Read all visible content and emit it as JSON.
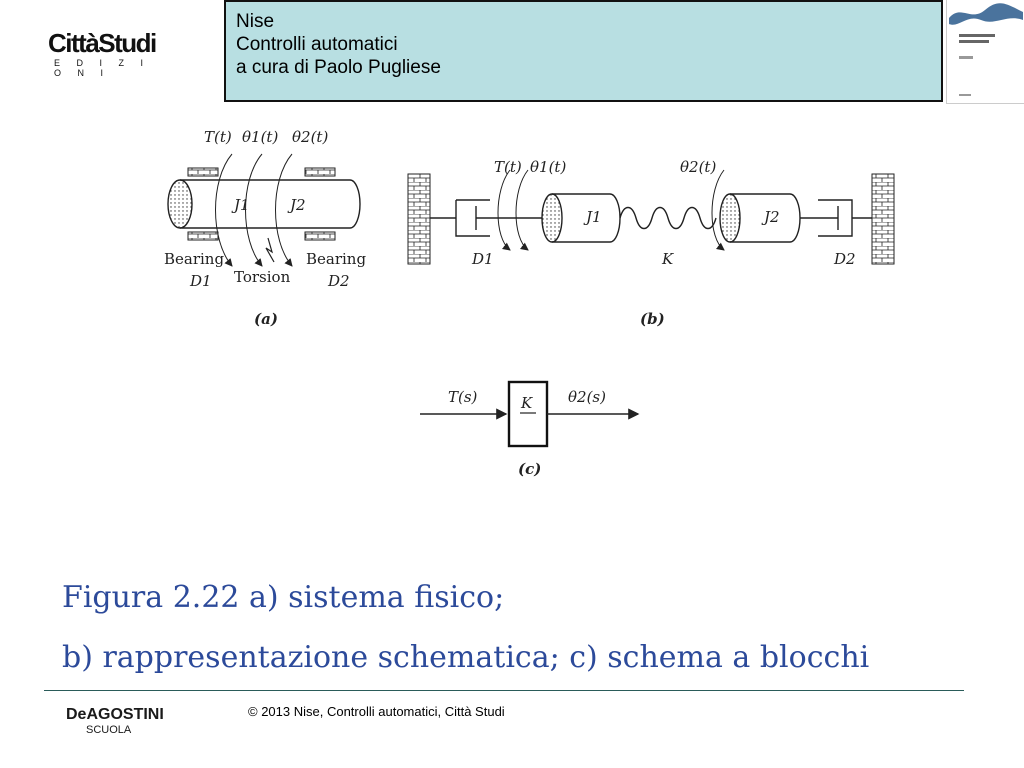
{
  "publisher_logo": {
    "name": "CittàStudi",
    "sub": "E D I Z I O N I"
  },
  "header": {
    "line1": "Nise",
    "line2": "Controlli automatici",
    "line3": "a cura di Paolo Pugliese"
  },
  "figure": {
    "a": {
      "labels": [
        "T(t)",
        "θ1(t)",
        "θ2(t)",
        "J1",
        "J2",
        "Bearing",
        "D1",
        "Torsion",
        "Bearing",
        "D2"
      ],
      "caption": "(a)"
    },
    "b": {
      "labels": [
        "T(t)",
        "θ1(t)",
        "θ2(t)",
        "J1",
        "K",
        "J2",
        "D1",
        "D2"
      ],
      "caption": "(b)"
    },
    "c": {
      "input": "T(s)",
      "block": "K",
      "output": "θ2(s)",
      "caption": "(c)"
    }
  },
  "caption": {
    "line1": "Figura 2.22 a) sistema fisico;",
    "line2": "b) rappresentazione schematica; c) schema a blocchi"
  },
  "footer": {
    "logo_brand": "DeAGOSTINI",
    "logo_school": "SCUOLA",
    "copyright": "© 2013 Nise, Controlli automatici, Città Studi"
  }
}
